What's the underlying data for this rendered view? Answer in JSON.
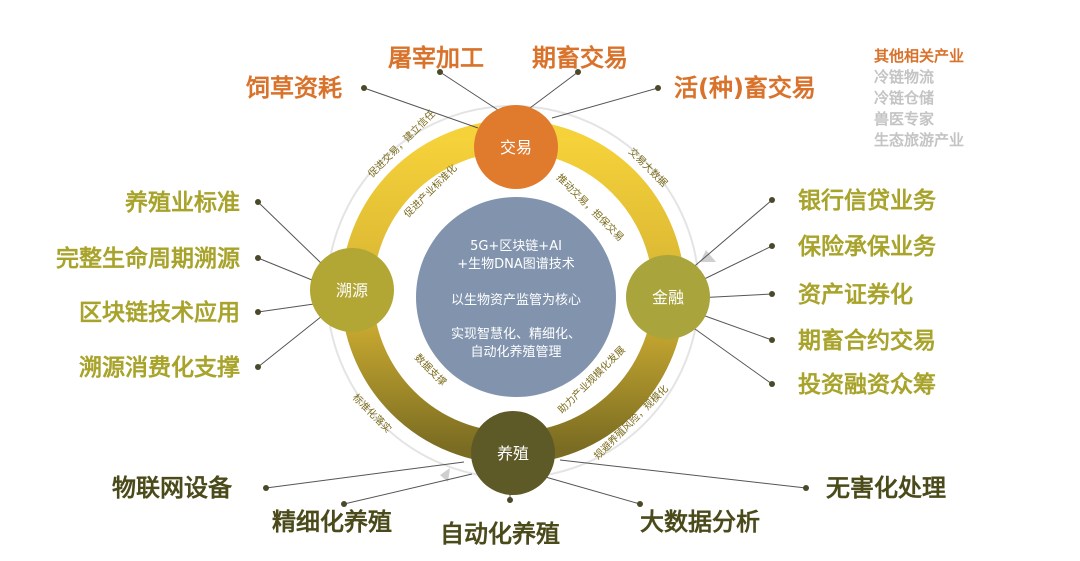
{
  "nodes": {
    "top": "交易",
    "left": "溯源",
    "right": "金融",
    "bottom": "养殖"
  },
  "center": {
    "line1": "5G+区块链+AI",
    "line2": "+生物DNA图谱技术",
    "line3": "以生物资产监管为核心",
    "line4": "实现智慧化、精细化、",
    "line5": "自动化养殖管理"
  },
  "top_labels": {
    "l1": "饲草资耗",
    "l2": "屠宰加工",
    "l3": "期畜交易",
    "l4": "活(种)畜交易"
  },
  "other_industries": {
    "title": "其他相关产业",
    "items": [
      "冷链物流",
      "冷链仓储",
      "兽医专家",
      "生态旅游产业"
    ]
  },
  "left_labels": [
    "养殖业标准",
    "完整生命周期溯源",
    "区块链技术应用",
    "溯源消费化支撑"
  ],
  "right_labels": [
    "银行信贷业务",
    "保险承保业务",
    "资产证券化",
    "期畜合约交易",
    "投资融资众筹"
  ],
  "bottom_labels": {
    "b1": "物联网设备",
    "b2": "精细化养殖",
    "b3": "自动化养殖",
    "b4": "大数据分析",
    "b5": "无害化处理"
  },
  "arc_labels": {
    "tl_outer": "促进交易，建立信任",
    "tl_inner": "促进产业标准化",
    "tr_inner": "推动交易，担保交易",
    "tr_outer": "交易大数据",
    "bl_inner": "数据支撑",
    "bl_outer": "标准化落实",
    "br_inner": "助力产业规模化发展",
    "br_outer": "规避养殖风险，规模化"
  },
  "colors": {
    "trade": "#e07b2e",
    "trace": "#b2a634",
    "finance": "#a9a43c",
    "breeding": "#5e5a28",
    "center": "#7f8fa9",
    "ring_light": "#f2cc3c",
    "ring_dark": "#8a7a22"
  }
}
